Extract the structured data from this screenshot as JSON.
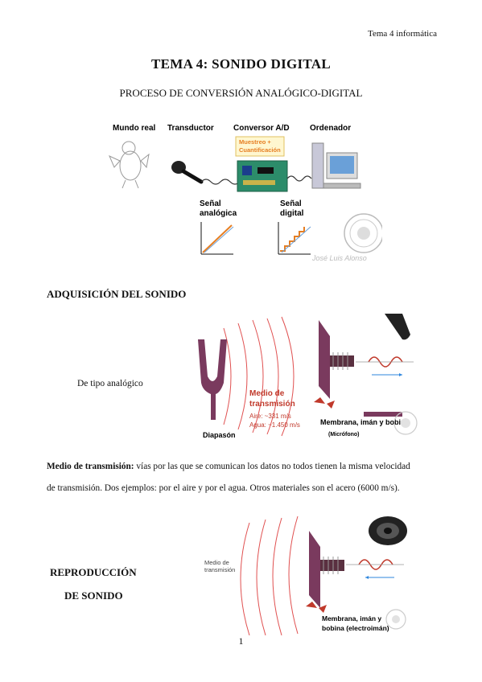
{
  "header_note": "Tema 4 informática",
  "title": "TEMA 4:  SONIDO DIGITAL",
  "subtitle": "PROCESO DE CONVERSIÓN ANALÓGICO-DIGITAL",
  "figure1": {
    "col_real": "Mundo real",
    "col_transducer": "Transductor",
    "col_converter": "Conversor A/D",
    "col_computer": "Ordenador",
    "sampling_line1": "Muestreo +",
    "sampling_line2": "Cuantificación",
    "analog_line1": "Señal",
    "analog_line2": "analógica",
    "digital_line1": "Señal",
    "digital_line2": "digital",
    "signature": "José Luis Alonso"
  },
  "section_adquisicion": "ADQUISICIÓN DEL SONIDO",
  "analog_type": "De tipo analógico",
  "figure2": {
    "medium_line1": "Medio de",
    "medium_line2": "transmisión",
    "air": "Aire: ~331 m/s",
    "water": "Agua: ~1.450 m/s",
    "membrane": "Membrana, imán y bobina",
    "microphone": "(Micrófono)",
    "tuning_fork": "Diapasón"
  },
  "paragraph": {
    "bold": "Medio de transmisión:",
    "line1": " vías por las que se comunican los datos no todos tienen la misma velocidad",
    "line2": "de transmisión. Dos ejemplos: por el aire  y por el agua. Otros materiales son el acero (6000 m/s)."
  },
  "section_reproduccion_1": "REPRODUCCIÓN",
  "section_reproduccion_2": "DE SONIDO",
  "figure3": {
    "medium_line1": "Medio de",
    "medium_line2": "transmisión",
    "membrane_line1": "Membrana, imán y",
    "membrane_line2": "bobina (electroimán)"
  },
  "page_number": "1",
  "colors": {
    "accent_red": "#c0392b",
    "membrane_purple": "#7a3a5e",
    "orange": "#e67e22",
    "blue_line": "#2e86de"
  }
}
